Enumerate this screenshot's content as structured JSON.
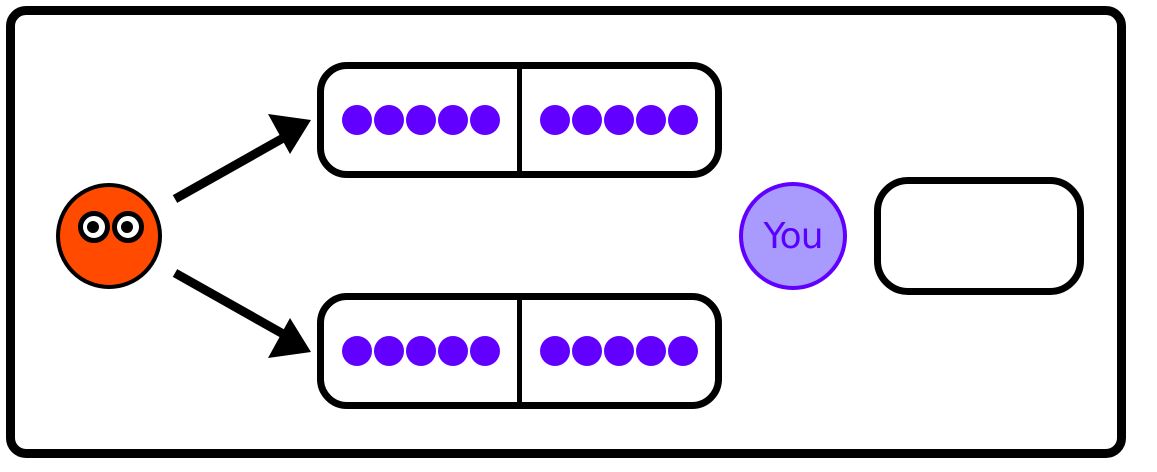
{
  "player": {
    "label": "You"
  },
  "colors": {
    "agent": "#ff4a00",
    "dots": "#6200ff",
    "you_fill": "#a99bfd",
    "you_stroke": "#6200ff"
  },
  "tiles": [
    {
      "left_dots": 5,
      "right_dots": 5
    },
    {
      "left_dots": 5,
      "right_dots": 5
    }
  ],
  "icons": [
    "agent-face-icon",
    "arrow-icon",
    "domino-tile-icon"
  ]
}
